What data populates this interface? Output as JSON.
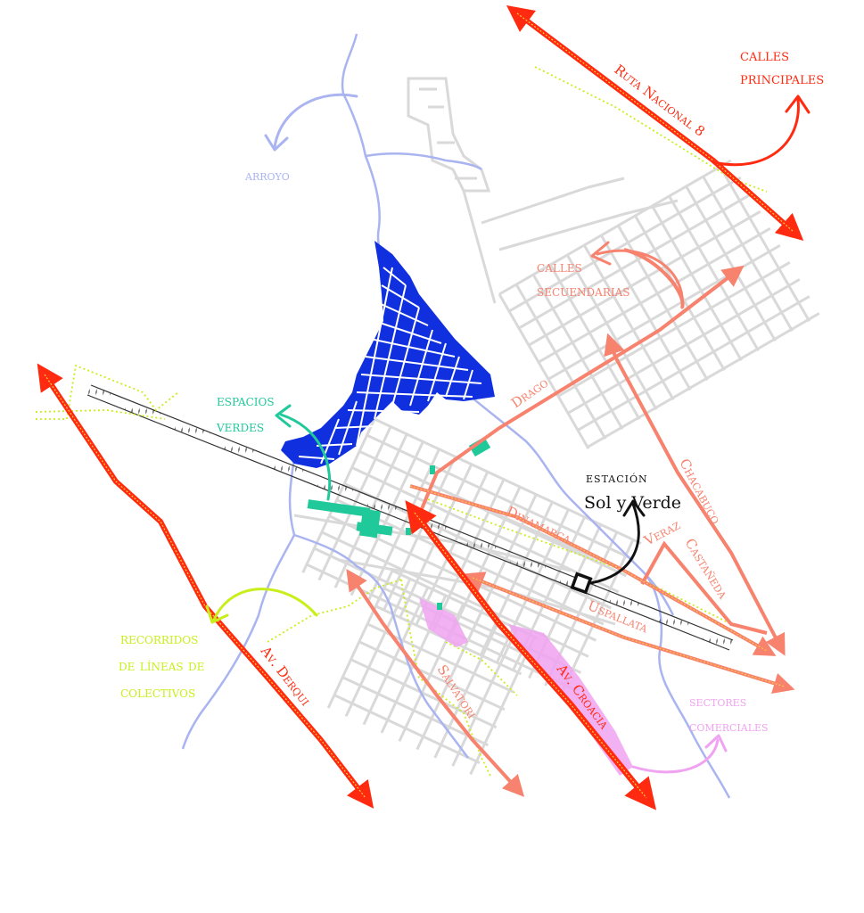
{
  "map": {
    "legend": {
      "arroyo": "arroyo",
      "calles_principales_1": "calles",
      "calles_principales_2": "principales",
      "calles_secundarias_1": "calles",
      "calles_secundarias_2": "secuendarias",
      "espacios_verdes_1": "espacios",
      "espacios_verdes_2": "verdes",
      "recorridos_1": "recorridos",
      "recorridos_2": "de líneas de",
      "recorridos_3": "colectivos",
      "sectores_1": "sectores",
      "sectores_2": "comerciales",
      "estacion_1": "estación",
      "estacion_2": "Sol y Verde"
    },
    "streets": {
      "ruta_8": "Ruta Nacional 8",
      "derqui": "Av. Derqui",
      "croacia": "Av. Croacia",
      "salvatori": "Salvatori",
      "drago": "Drago",
      "dinamarca": "Dinamarca",
      "uspallata": "Uspallata",
      "veraz": "Veraz",
      "castaneda": "Castañeda",
      "chacabuco": "Chacabuco"
    },
    "colors": {
      "background": "#ffffff",
      "streets_grid": "#d9d9d9",
      "arroyo": "#a9b4f0",
      "main_roads": "#ff2a10",
      "secondary_roads": "#f7826e",
      "green_spaces": "#1fc99a",
      "bus_routes": "#c8ef1a",
      "commercial": "#f0a3f0",
      "dense_housing": "#1030e0",
      "station": "#111111",
      "railway": "#333333"
    }
  }
}
